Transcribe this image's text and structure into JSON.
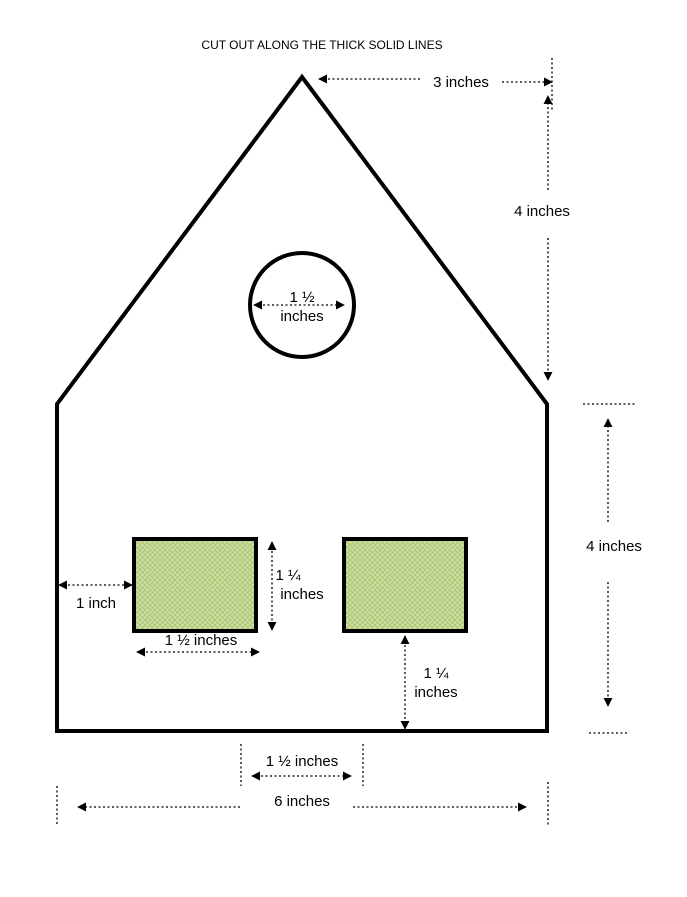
{
  "title": "CUT OUT ALONG THE THICK SOLID LINES",
  "dimensions": {
    "roof_half_width": "3 inches",
    "roof_height": "4 inches",
    "wall_height": "4 inches",
    "circle_line1": "1 ½",
    "circle_line2": "inches",
    "left_margin": "1 inch",
    "window_height_line1": "1 ¼",
    "window_height_line2": "inches",
    "window_width": "1 ½ inches",
    "window_bottom_line1": "1 ¼",
    "window_bottom_line2": "inches",
    "window_gap": "1 ½ inches",
    "total_width": "6 inches"
  },
  "colors": {
    "window_fill": "#c8dc9c",
    "window_pattern": "#a9c46e",
    "outline": "#000000"
  }
}
